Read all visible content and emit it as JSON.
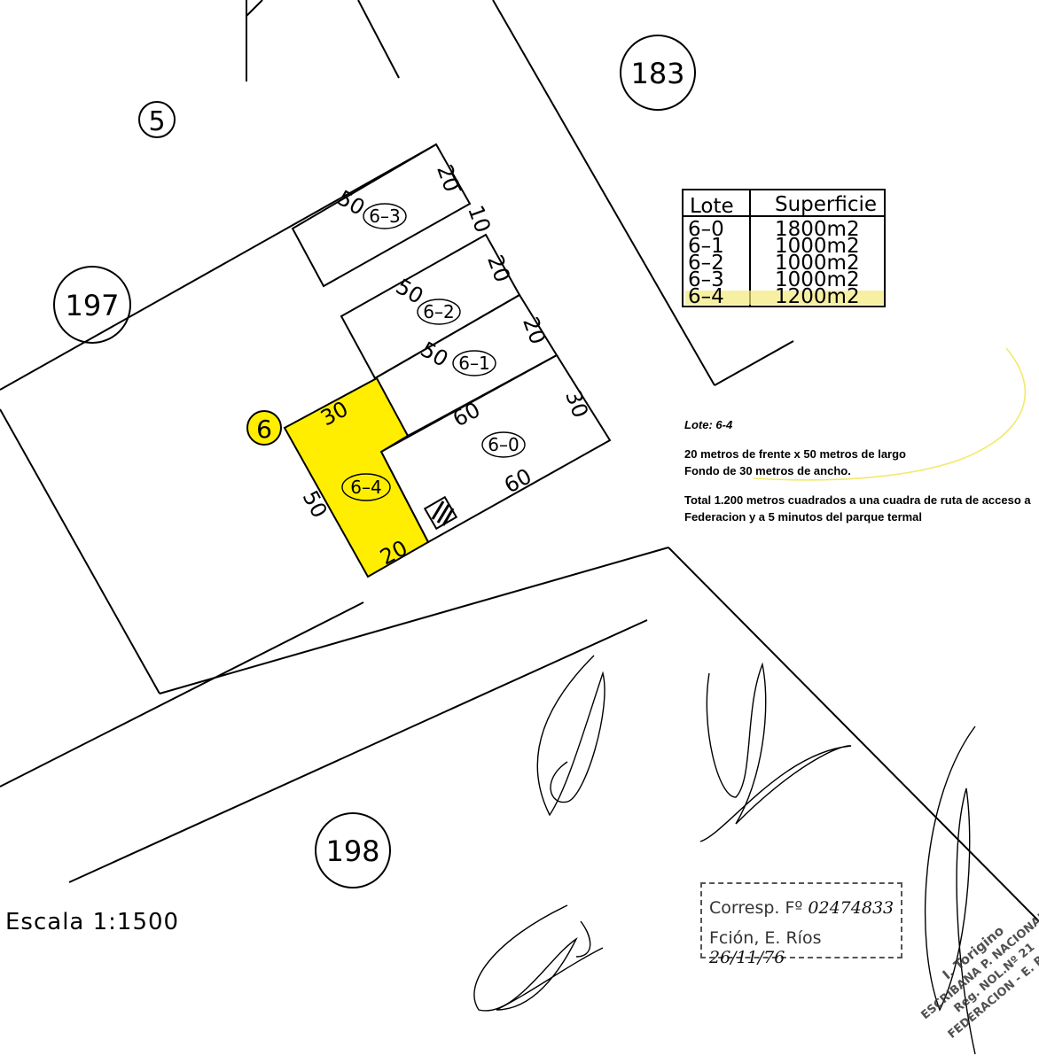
{
  "blocks": {
    "b5": "5",
    "b183": "183",
    "b197": "197",
    "b198": "198",
    "lot6": "6"
  },
  "lots": {
    "l60": "6–0",
    "l61": "6–1",
    "l62": "6–2",
    "l63": "6–3",
    "l64": "6–4"
  },
  "dims": {
    "d50_63": "50",
    "d20_63": "20",
    "d10": "10",
    "d20_62": "20",
    "d50_62": "50",
    "d20_61": "20",
    "d50_61": "50",
    "d30_60": "30",
    "d60_top": "60",
    "d60_bot": "60",
    "d30_64": "30",
    "d50_64": "50",
    "d20_64": "20"
  },
  "table": {
    "headers": [
      "Lote",
      "Superficie"
    ],
    "rows": [
      [
        "6–0",
        "1800m2"
      ],
      [
        "6–1",
        "1000m2"
      ],
      [
        "6–2",
        "1000m2"
      ],
      [
        "6–3",
        "1000m2"
      ],
      [
        "6–4",
        "1200m2"
      ]
    ]
  },
  "info": {
    "title": "Lote: 6-4",
    "line1": "20 metros de frente x 50 metros de largo",
    "line2": "Fondo de 30 metros de ancho.",
    "line3": "Total 1.200 metros cuadrados a una cuadra de ruta de acceso a Federacion y a 5 minutos del parque termal"
  },
  "scale": "Escala  1:1500",
  "stamp": {
    "line1_label": "Corresp. Fº",
    "line1_value": "02474833",
    "line2_label": "Fción, E. Ríos",
    "line2_value": "26/11/76"
  },
  "seal": {
    "name": "I. Torigino",
    "office": "ESCRIBANA P. NACIONAL",
    "reg": "Reg. NOL.Nº 21",
    "city": "FEDERACION - E. RIOS"
  },
  "colors": {
    "highlight": "#ffee00",
    "highlight_table": "#f3ea7a"
  }
}
